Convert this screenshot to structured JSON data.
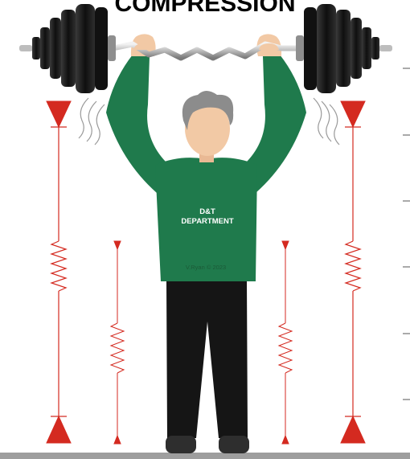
{
  "title": "COMPRESSION",
  "shirt": {
    "line1": "D&T",
    "line2": "DEPARTMENT"
  },
  "credit": "V.Ryan © 2023",
  "colors": {
    "shirt": "#1f7a4c",
    "trousers": "#151515",
    "skin": "#f2c9a5",
    "hair": "#8c8c8c",
    "spring": "#d42a20",
    "plates": "#1a1a1a",
    "bar": "#c6c6c6",
    "ground": "#9e9e9e"
  },
  "icons": [
    "barbell-icon",
    "spring-icon",
    "arrow-down-icon",
    "arrow-up-icon",
    "strain-lines-icon"
  ]
}
